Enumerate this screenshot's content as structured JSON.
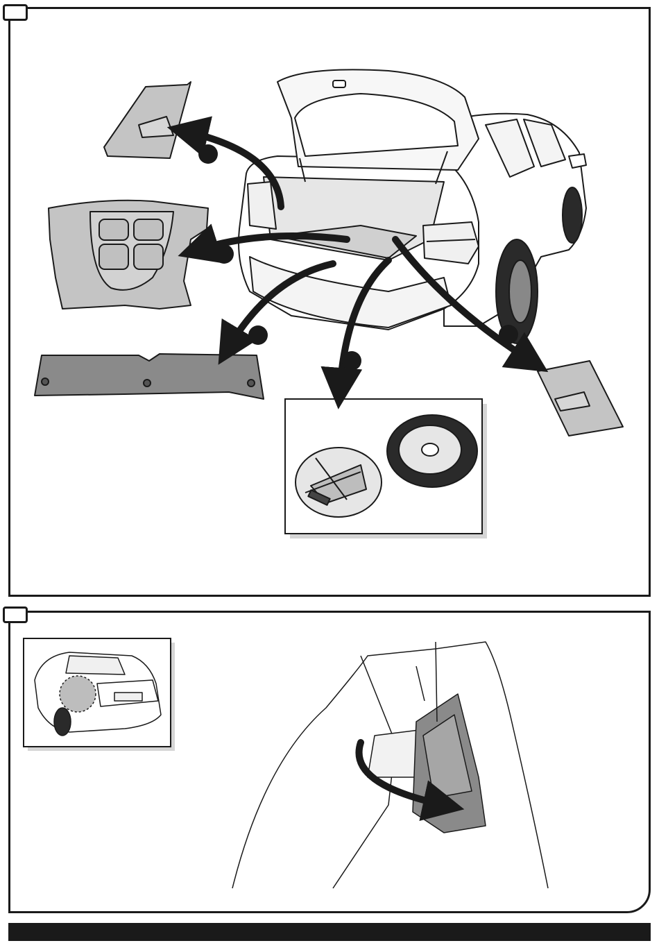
{
  "panels": [
    {
      "step_label": ""
    },
    {
      "step_label": ""
    }
  ],
  "callouts": [
    {
      "label": ""
    },
    {
      "label": ""
    },
    {
      "label": ""
    },
    {
      "label": ""
    },
    {
      "label": ""
    }
  ],
  "colors": {
    "line": "#1a1a1a",
    "panel_gray": "#c4c4c4",
    "mat_gray": "#8a8a8a",
    "callout": "#1a1a1a",
    "arrow": "#1a1a1a"
  },
  "icons": [
    "car-trunk-open",
    "spare-tire",
    "jack-tool-kit",
    "trim-panel"
  ]
}
